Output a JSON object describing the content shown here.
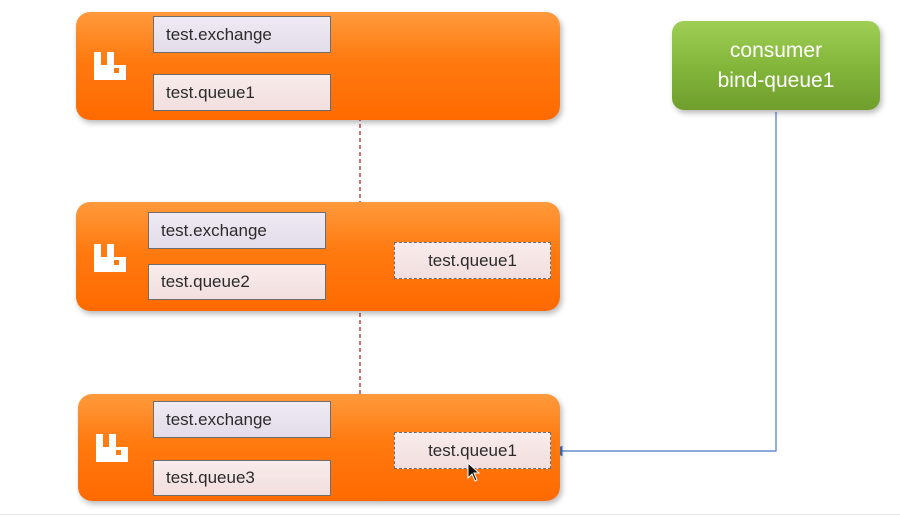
{
  "colors": {
    "node_orange": "#ff7a10",
    "consumer_green": "#82b43a",
    "mirror_link": "#b01818",
    "consume_link": "#4a78c8"
  },
  "nodes": [
    {
      "exchange": "test.exchange",
      "queue": "test.queue1",
      "logo_icon": "rabbitmq-logo-icon"
    },
    {
      "exchange": "test.exchange",
      "queue": "test.queue2",
      "mirror": "test.queue1",
      "logo_icon": "rabbitmq-logo-icon"
    },
    {
      "exchange": "test.exchange",
      "queue": "test.queue3",
      "mirror": "test.queue1",
      "logo_icon": "rabbitmq-logo-icon"
    }
  ],
  "consumer": {
    "line1": "consumer",
    "line2": "bind-queue1"
  },
  "cursor_icon": "mouse-pointer-icon"
}
